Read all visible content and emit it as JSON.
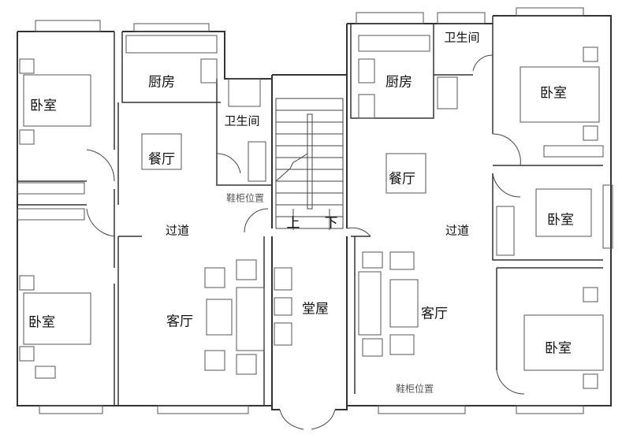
{
  "left_unit": {
    "bedroom_top": "卧室",
    "kitchen": "厨房",
    "bathroom": "卫生间",
    "dining": "餐厅",
    "shoe_cabinet": "鞋柜位置",
    "corridor": "过道",
    "bedroom_bottom": "卧室",
    "living": "客厅"
  },
  "stair": {
    "up": "上",
    "down": "下"
  },
  "hall": "堂屋",
  "right_unit": {
    "kitchen": "厨房",
    "bathroom": "卫生间",
    "bedroom_top": "卧室",
    "dining": "餐厅",
    "bedroom_middle": "卧室",
    "corridor": "过道",
    "living": "客厅",
    "bedroom_bottom": "卧室",
    "shoe_cabinet": "鞋柜位置"
  }
}
